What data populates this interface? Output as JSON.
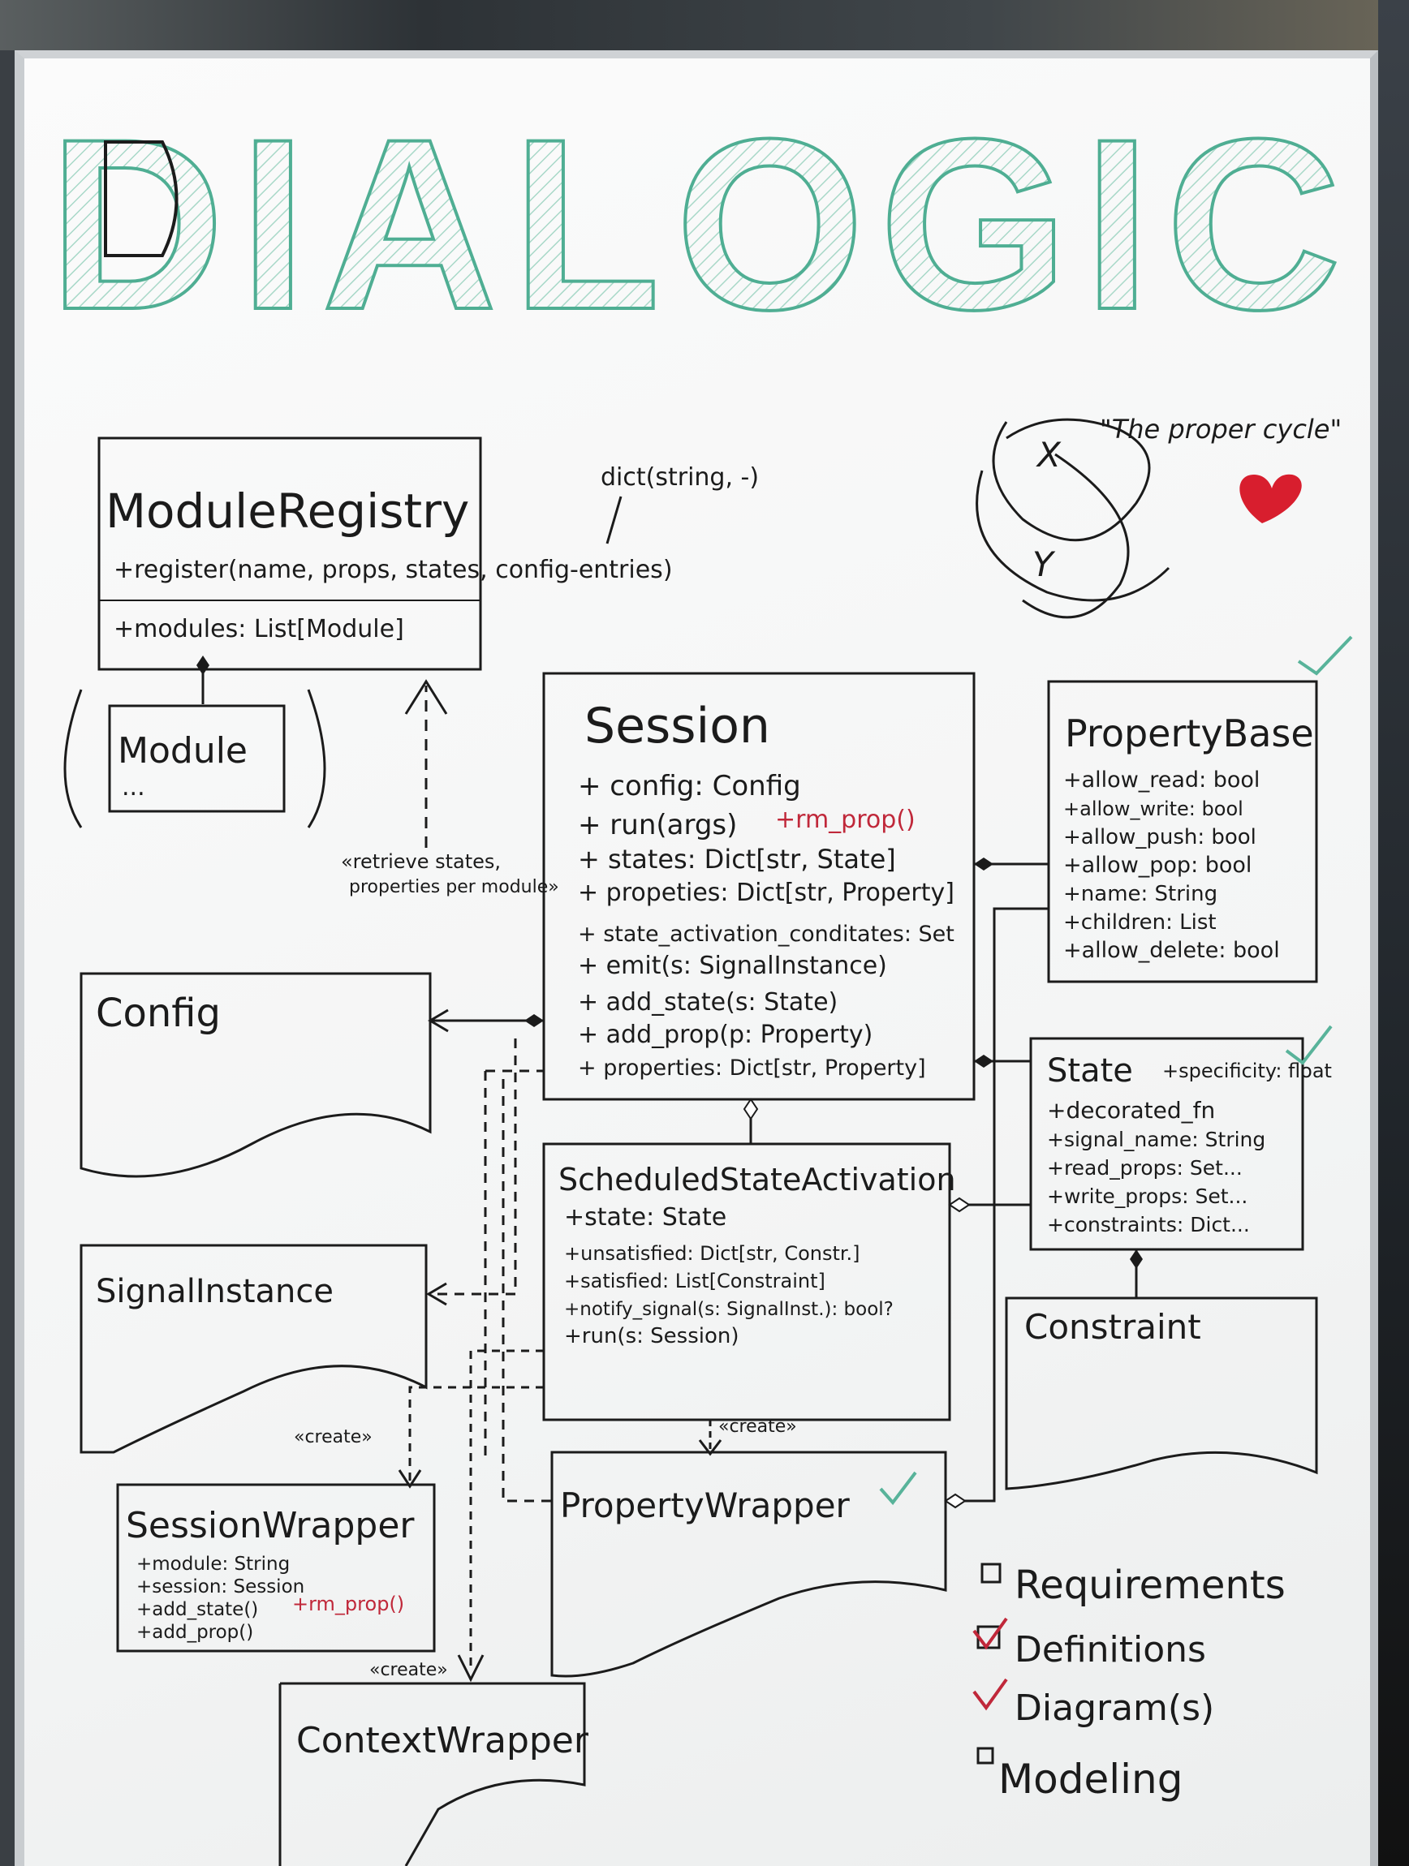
{
  "title": "DIALOGIC",
  "cycle_note": {
    "label": "\"The proper cycle\"",
    "x": "X",
    "y": "Y"
  },
  "module_registry": {
    "title": "ModuleRegistry",
    "lines": [
      "+register(name, props, states, config-entries)",
      "+modules: List[Module]"
    ],
    "annotation": "dict(string, -)"
  },
  "module": {
    "title": "Module",
    "ellipsis": "..."
  },
  "retrieve_note": [
    "«retrieve states,",
    "properties per module»"
  ],
  "session": {
    "title": "Session",
    "lines": [
      "+ config: Config",
      "+ run(args)",
      "+ states: Dict[str, State]",
      "+ propeties: Dict[str, Property]",
      "+ state_activation_conditates: Set",
      "+ emit(s: SignalInstance)",
      "+ add_state(s: State)",
      "+ add_prop(p: Property)",
      "+ properties: Dict[str, Property]"
    ],
    "red_note": "+rm_prop()"
  },
  "property_base": {
    "title": "PropertyBase",
    "lines": [
      "+allow_read: bool",
      "+allow_write: bool",
      "+allow_push: bool",
      "+allow_pop: bool",
      "+name: String",
      "+children: List",
      "+allow_delete: bool"
    ]
  },
  "config": {
    "title": "Config"
  },
  "state": {
    "title": "State",
    "extra": "+specificity: float",
    "lines": [
      "+decorated_fn",
      "+signal_name: String",
      "+read_props: Set...",
      "+write_props: Set...",
      "+constraints: Dict..."
    ]
  },
  "scheduled": {
    "title": "ScheduledStateActivation",
    "lines": [
      "+state: State",
      "+unsatisfied: Dict[str, Constr.]",
      "+satisfied: List[Constraint]",
      "+notify_signal(s: SignalInst.): bool?",
      "+run(s: Session)"
    ]
  },
  "signal_instance": {
    "title": "SignalInstance"
  },
  "constraint": {
    "title": "Constraint"
  },
  "create_labels": [
    "«create»",
    "«create»",
    "«create»"
  ],
  "session_wrapper": {
    "title": "SessionWrapper",
    "lines": [
      "+module: String",
      "+session: Session",
      "+add_state()",
      "+add_prop()"
    ],
    "red_note": "+rm_prop()"
  },
  "property_wrapper": {
    "title": "PropertyWrapper"
  },
  "context_wrapper": {
    "title": "ContextWrapper"
  },
  "checklist": [
    {
      "label": "Requirements",
      "checked": false
    },
    {
      "label": "Definitions",
      "checked": true
    },
    {
      "label": "Diagram(s)",
      "checked": true
    },
    {
      "label": "Modeling",
      "checked": false
    }
  ],
  "colors": {
    "ink": "#1b1b1b",
    "red": "#c0283a",
    "teal": "#58b39a"
  }
}
